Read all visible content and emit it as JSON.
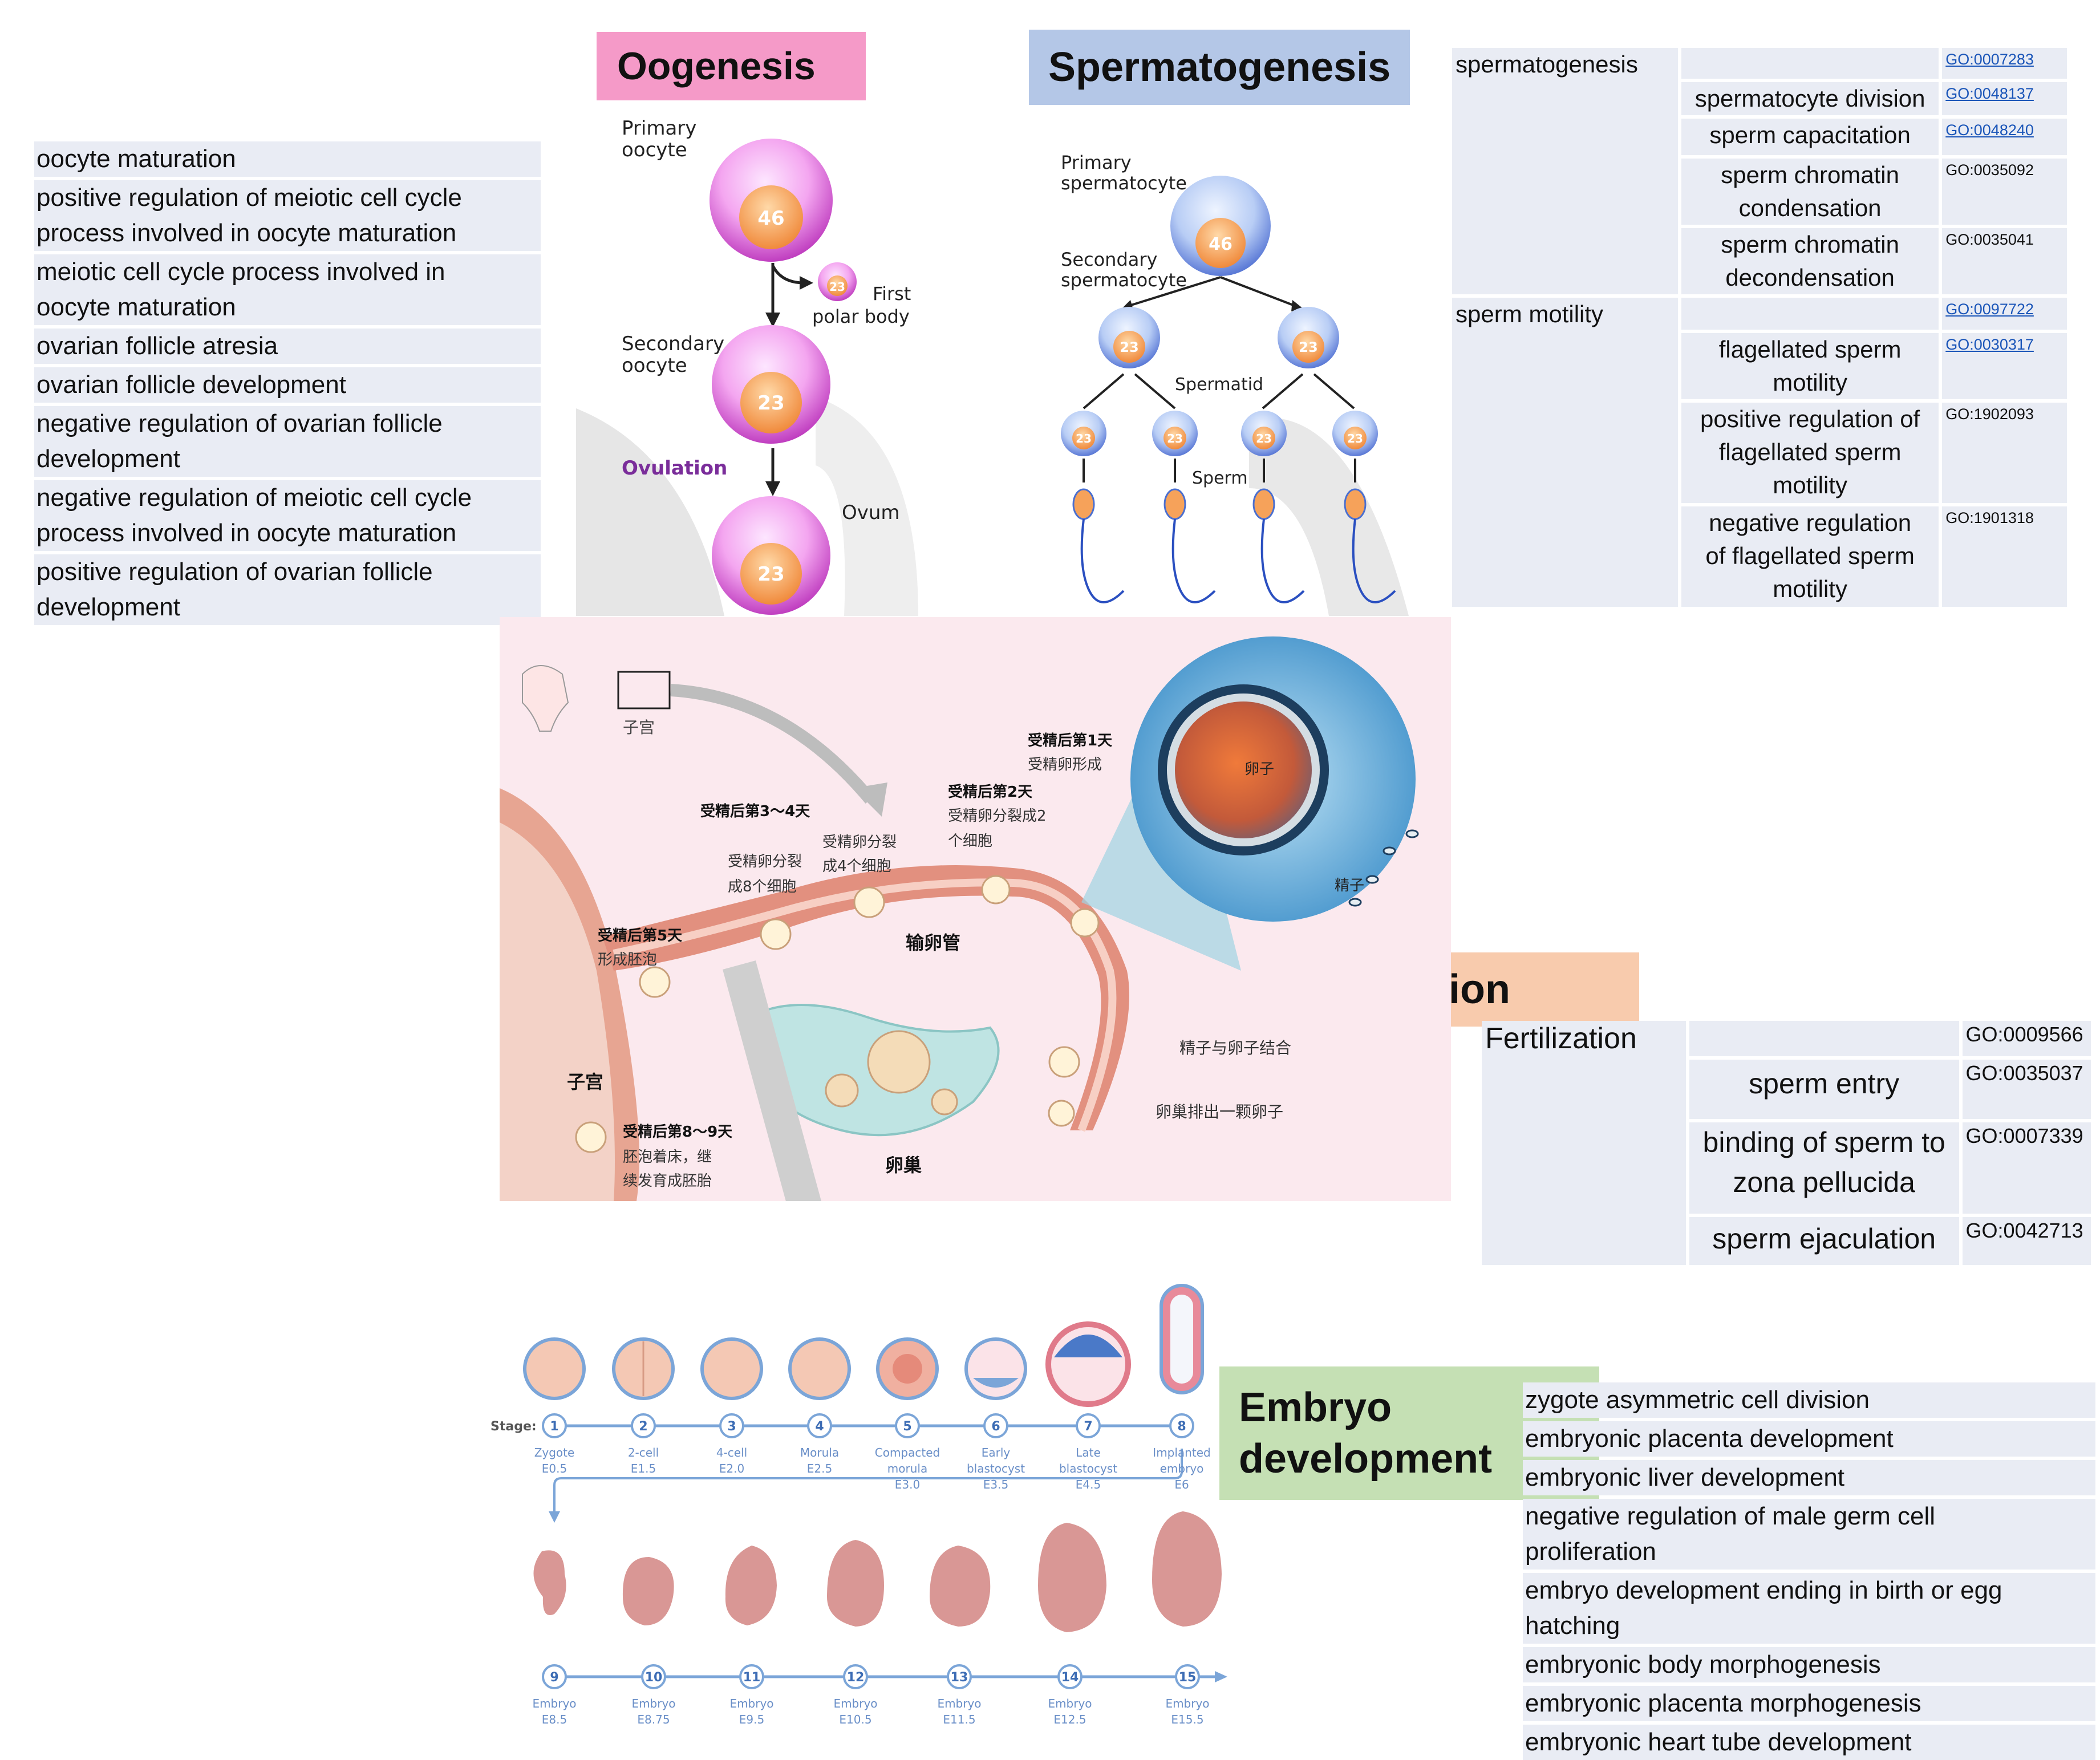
{
  "headers": {
    "oogenesis": "Oogenesis",
    "spermatogenesis": "Spermatogenesis",
    "fertilization": "Fertilization",
    "embryo_line1": "Embryo",
    "embryo_line2": "development"
  },
  "colors": {
    "oogenesis_header": "#f59ac8",
    "spermatogenesis_header": "#b4c7e7",
    "fertilization_header": "#f8cbad",
    "embryo_header": "#c5e0b4",
    "table_cell": "#e9ecf4",
    "link": "#1a55b8"
  },
  "oogenesis_terms": [
    "oocyte maturation",
    "positive regulation of meiotic cell cycle process involved in oocyte maturation",
    "meiotic cell cycle process involved in oocyte maturation",
    "ovarian follicle atresia",
    "ovarian follicle development",
    "negative regulation of ovarian follicle development",
    "negative regulation of meiotic cell cycle process involved in oocyte maturation",
    "positive regulation of ovarian follicle development"
  ],
  "oogenesis_lines": [
    [
      "oocyte maturation"
    ],
    [
      "positive regulation of meiotic cell cycle",
      "process involved in oocyte maturation"
    ],
    [
      "meiotic cell cycle process involved in",
      "oocyte maturation"
    ],
    [
      "ovarian follicle atresia"
    ],
    [
      "ovarian follicle development"
    ],
    [
      "negative regulation of ovarian follicle",
      "development"
    ],
    [
      "negative regulation of meiotic cell cycle",
      "process involved in oocyte maturation"
    ],
    [
      "positive regulation of ovarian follicle",
      "development"
    ]
  ],
  "spermatogenesis_table": {
    "group1": "spermatogenesis",
    "group1_go": "GO:0007283",
    "rows1": [
      {
        "term": "spermatocyte division",
        "go": "GO:0048137"
      },
      {
        "term": "sperm capacitation",
        "go": "GO:0048240"
      },
      {
        "term": "sperm chromatin condensation",
        "go": "GO:0035092"
      },
      {
        "term": "sperm chromatin decondensation",
        "go": "GO:0035041"
      }
    ],
    "group2": "sperm motility",
    "group2_go": "GO:0097722",
    "rows2": [
      {
        "term": "flagellated sperm motility",
        "go": "GO:0030317"
      },
      {
        "term": "positive regulation of flagellated sperm motility",
        "go": "GO:1902093"
      },
      {
        "term": "negative regulation of flagellated sperm motility",
        "go": "GO:1901318"
      }
    ]
  },
  "fertilization_table": {
    "group": "Fertilization",
    "group_go": "GO:0009566",
    "rows": [
      {
        "term": "sperm entry",
        "go": "GO:0035037"
      },
      {
        "term": "binding of sperm to zona pellucida",
        "go": "GO:0007339"
      },
      {
        "term": "sperm ejaculation",
        "go": "GO:0042713"
      }
    ]
  },
  "embryo_terms": [
    "zygote asymmetric cell division",
    "embryonic placenta development",
    "embryonic liver development",
    "negative regulation of male germ cell proliferation",
    "embryo development ending in birth or egg hatching",
    "embryonic body morphogenesis",
    "embryonic placenta morphogenesis",
    "embryonic heart tube development"
  ],
  "embryo_lines": [
    [
      "zygote asymmetric cell division"
    ],
    [
      "embryonic placenta development"
    ],
    [
      "embryonic liver development"
    ],
    [
      "negative regulation of male germ cell",
      "proliferation"
    ],
    [
      "embryo development ending in birth or egg",
      "hatching"
    ],
    [
      "embryonic body morphogenesis"
    ],
    [
      "embryonic placenta morphogenesis"
    ],
    [
      "embryonic heart tube development"
    ]
  ],
  "oogenesis_diagram": {
    "primary": "Primary oocyte",
    "first_polar": "First polar body",
    "secondary": "Secondary oocyte",
    "ovulation": "Ovulation",
    "ovum": "Ovum",
    "n46": "46",
    "n23": "23"
  },
  "spermatogenesis_diagram": {
    "primary": "Primary spermatocyte",
    "secondary": "Secondary spermatocyte",
    "spermatid": "Spermatid",
    "sperm": "Sperm",
    "n46": "46",
    "n23": "23"
  },
  "fertilization_diagram": {
    "uterus_small": "子宫",
    "day1_title": "受精后第1天",
    "day1_text": "受精卵形成",
    "day2_title": "受精后第2天",
    "day2_text1": "受精卵分裂成2",
    "day2_text2": "个细胞",
    "day34_title": "受精后第3～4天",
    "day34_text1": "受精卵分裂",
    "day34_text2": "成4个细胞",
    "day34_text3": "受精卵分裂",
    "day34_text4": "成8个细胞",
    "day5_title": "受精后第5天",
    "day5_text": "形成胚泡",
    "oviduct": "输卵管",
    "uterus": "子宫",
    "day89_title": "受精后第8～9天",
    "day89_text1": "胚泡着床，继",
    "day89_text2": "续发育成胚胎",
    "ovary": "卵巢",
    "egg": "卵子",
    "sperm": "精子",
    "meet": "精子与卵子结合",
    "ovulate": "卵巢排出一颗卵子"
  },
  "embryo_stages": {
    "stage_label": "Stage:",
    "row1": [
      {
        "num": "1",
        "name": "Zygote",
        "day": "E0.5"
      },
      {
        "num": "2",
        "name": "2-cell",
        "day": "E1.5"
      },
      {
        "num": "3",
        "name": "4-cell",
        "day": "E2.0"
      },
      {
        "num": "4",
        "name": "Morula",
        "day": "E2.5"
      },
      {
        "num": "5",
        "name": "Compacted morula",
        "day": "E3.0"
      },
      {
        "num": "6",
        "name": "Early blastocyst",
        "day": "E3.5"
      },
      {
        "num": "7",
        "name": "Late blastocyst",
        "day": "E4.5"
      },
      {
        "num": "8",
        "name": "Implanted embryo",
        "day": "E6"
      }
    ],
    "row2": [
      {
        "num": "9",
        "name": "Embryo",
        "day": "E8.5"
      },
      {
        "num": "10",
        "name": "Embryo",
        "day": "E8.75"
      },
      {
        "num": "11",
        "name": "Embryo",
        "day": "E9.5"
      },
      {
        "num": "12",
        "name": "Embryo",
        "day": "E10.5"
      },
      {
        "num": "13",
        "name": "Embryo",
        "day": "E11.5"
      },
      {
        "num": "14",
        "name": "Embryo",
        "day": "E12.5"
      },
      {
        "num": "15",
        "name": "Embryo",
        "day": "E15.5"
      }
    ]
  }
}
